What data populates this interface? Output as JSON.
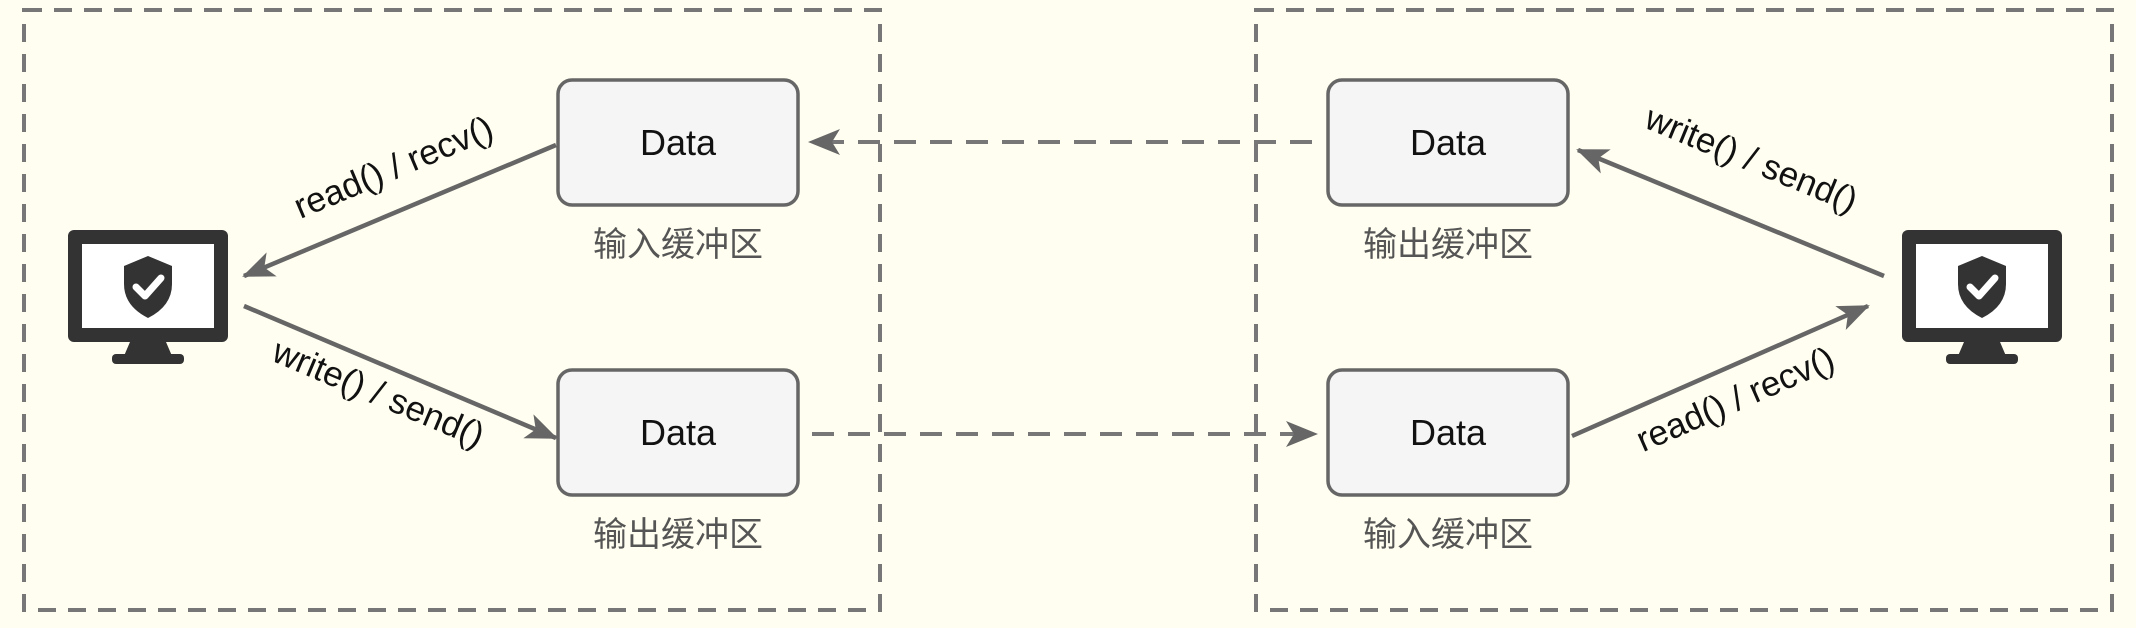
{
  "colors": {
    "background": "#fffef0",
    "box_fill": "#f5f5f5",
    "stroke": "#666666",
    "icon": "#333333",
    "text": "#111111",
    "caption": "#555555"
  },
  "left_host": {
    "icon": "shield-monitor-icon",
    "input_buffer": {
      "label": "Data",
      "caption": "输入缓冲区"
    },
    "output_buffer": {
      "label": "Data",
      "caption": "输出缓冲区"
    },
    "read_call": "read() / recv()",
    "write_call": "write() / send()"
  },
  "right_host": {
    "icon": "shield-monitor-icon",
    "output_buffer": {
      "label": "Data",
      "caption": "输出缓冲区"
    },
    "input_buffer": {
      "label": "Data",
      "caption": "输入缓冲区"
    },
    "write_call": "write() / send()",
    "read_call": "read() / recv()"
  }
}
